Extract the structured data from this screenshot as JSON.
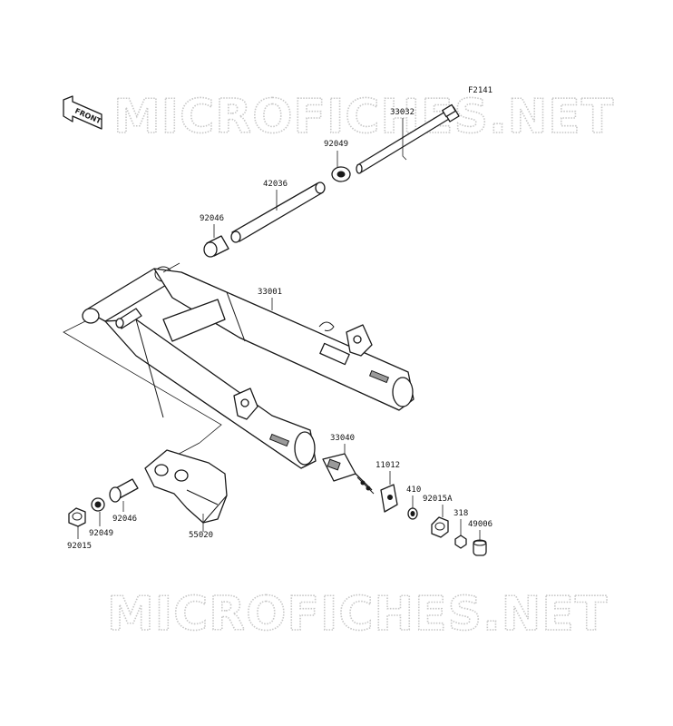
{
  "diagram_code": "F2141",
  "front_label": "FRONT",
  "watermark_text": "MICROFICHES.NET",
  "callouts": {
    "p33032": "33032",
    "p92049_top": "92049",
    "p42036": "42036",
    "p92046_top": "92046",
    "p33001": "33001",
    "p33040": "33040",
    "p11012": "11012",
    "p410": "410",
    "p92015A": "92015A",
    "p318": "318",
    "p49006": "49006",
    "p55020": "55020",
    "p92046_bottom": "92046",
    "p92049_bottom": "92049",
    "p92015": "92015"
  },
  "colors": {
    "line": "#1a1a1a",
    "watermark": "#c8c8c8",
    "background": "#ffffff"
  }
}
